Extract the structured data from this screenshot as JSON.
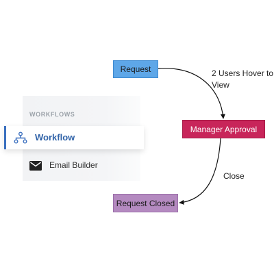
{
  "sidebar": {
    "section_title": "WORKFLOWS",
    "items": [
      {
        "label": "Workflow",
        "icon": "workflow-icon",
        "active": true
      },
      {
        "label": "Email Builder",
        "icon": "envelope-icon",
        "active": false
      }
    ]
  },
  "flow": {
    "nodes": {
      "request": "Request",
      "approval": "Manager Approval",
      "closed": "Request Closed"
    },
    "edges": {
      "request_to_approval": "2 Users Hover to View",
      "approval_to_closed": "Close"
    }
  },
  "colors": {
    "accent": "#3a6fbf",
    "request": "#5ea7e8",
    "approval": "#c8255a",
    "closed": "#b48ac0"
  }
}
